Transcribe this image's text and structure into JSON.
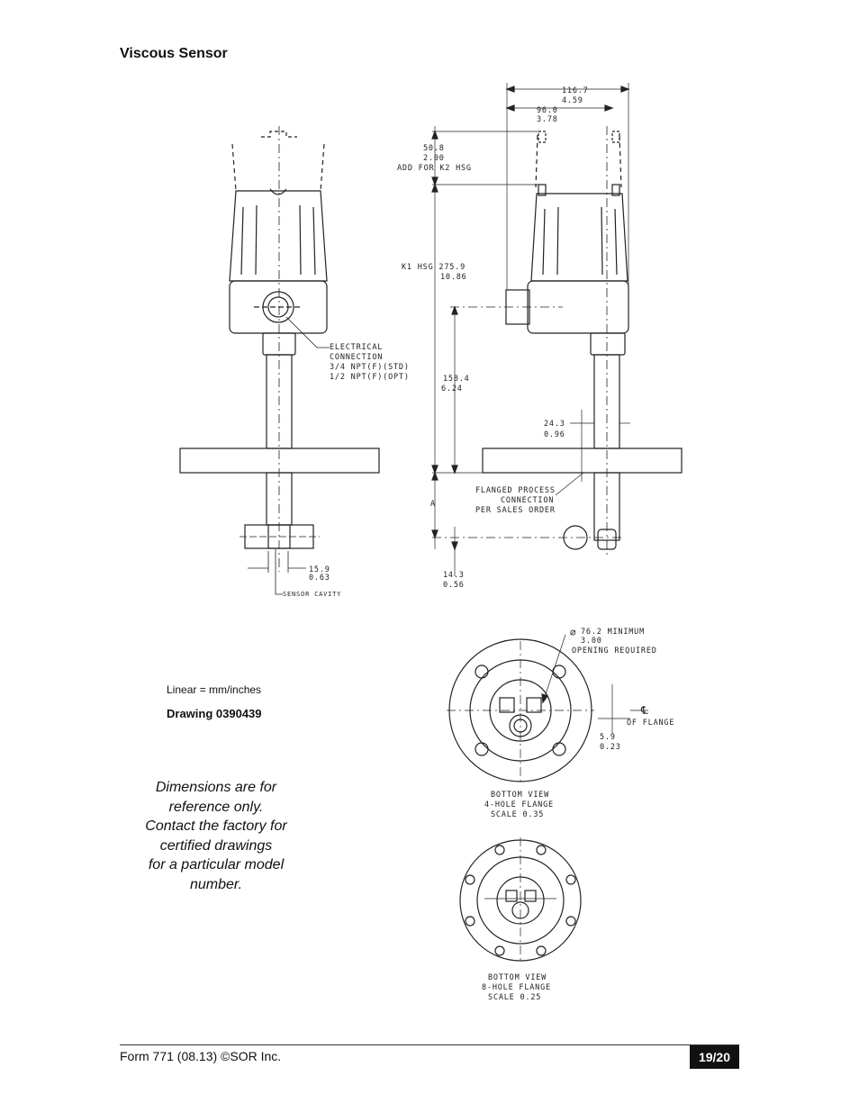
{
  "header": {
    "title": "Viscous Sensor"
  },
  "dimensions": {
    "width_mm": "116.7",
    "width_in": "4.59",
    "head_mm": "96.0",
    "head_in": "3.78",
    "k2_mm": "50.8",
    "k2_in": "2.00",
    "k2_note": "ADD FOR K2 HSG",
    "k1_mm": "K1 HSG 275.9",
    "k1_in": "10.86",
    "mid_mm": "158.4",
    "mid_in": "6.24",
    "off_mm": "24.3",
    "off_in": "0.96",
    "a_label": "A",
    "bottom_mm": "14.3",
    "bottom_in": "0.56",
    "cavity_mm": "15.9",
    "cavity_in": "0.63",
    "cavity_label": "SENSOR CAVITY",
    "elec_1": "ELECTRICAL",
    "elec_2": "CONNECTION",
    "elec_3": "3/4 NPT(F)(STD)",
    "elec_4": "1/2 NPT(F)(OPT)",
    "flange_1": "FLANGED PROCESS",
    "flange_2": "CONNECTION",
    "flange_3": "PER SALES ORDER",
    "min_1": "76.2  MINIMUM",
    "min_2": "3.00",
    "min_3": "OPENING REQUIRED",
    "cl_symbol": "℄",
    "cl_label": "OF FLANGE",
    "cl_mm": "5.9",
    "cl_in": "0.23",
    "bv4_1": "BOTTOM VIEW",
    "bv4_2": "4-HOLE FLANGE",
    "bv4_3": "SCALE  0.35",
    "bv8_1": "BOTTOM VIEW",
    "bv8_2": "8-HOLE FLANGE",
    "bv8_3": "SCALE  0.25"
  },
  "notes": {
    "linear": "Linear = mm/inches",
    "drawing": "Drawing 0390439",
    "disclaimer": [
      "Dimensions are for",
      "reference only.",
      "Contact the factory for",
      "certified drawings",
      "for a particular model",
      "number."
    ]
  },
  "footer": {
    "form": "Form 771 (08.13) ©SOR Inc.",
    "page": "19/20"
  }
}
